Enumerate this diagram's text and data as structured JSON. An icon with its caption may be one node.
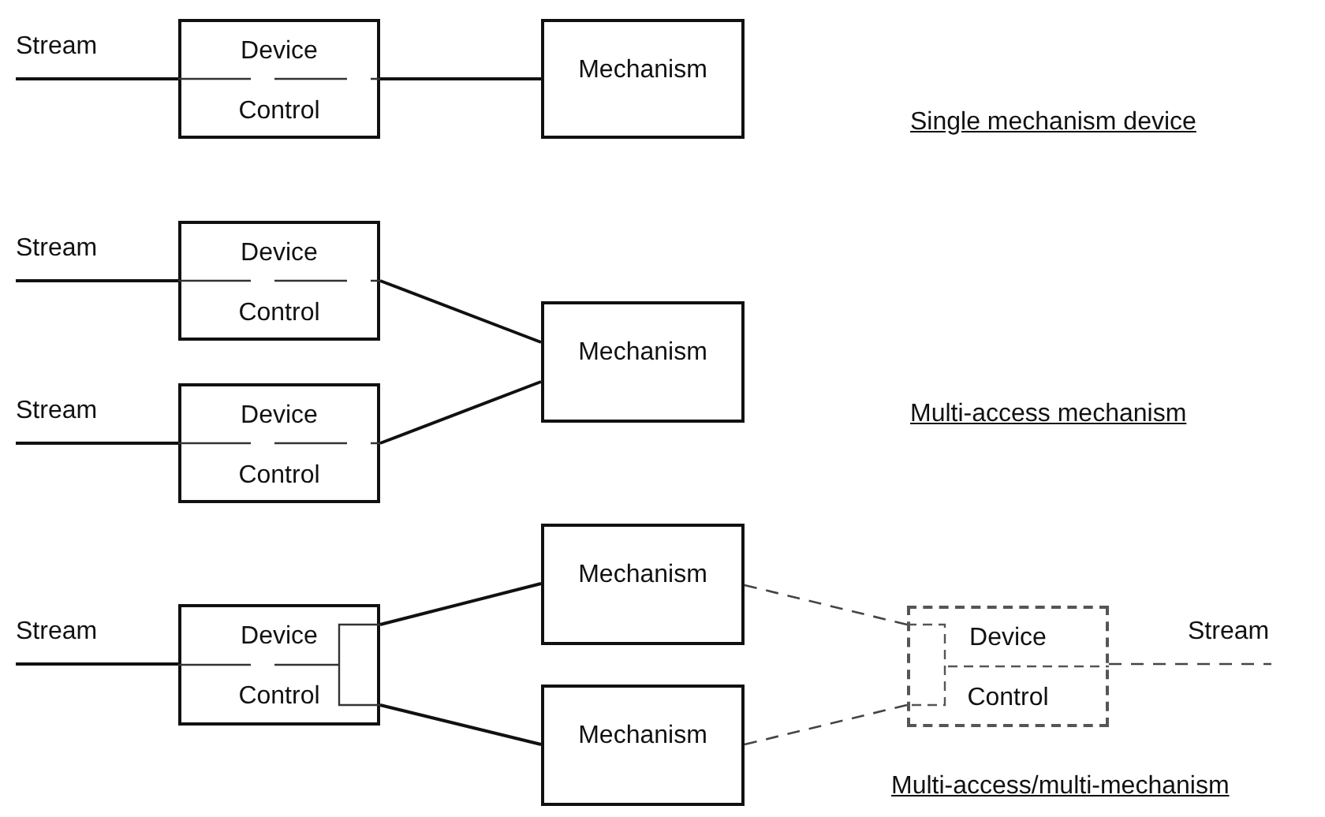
{
  "diagram": {
    "nodes": [
      {
        "text": [
          "Device",
          "Control"
        ]
      },
      {
        "text": [
          "Mechanism"
        ]
      },
      {
        "text": [
          "Device",
          "Control"
        ]
      },
      {
        "text": [
          "Device",
          "Control"
        ]
      },
      {
        "text": [
          "Mechanism"
        ]
      },
      {
        "text": [
          "Device",
          "Control"
        ]
      },
      {
        "text": [
          "Mechanism"
        ]
      },
      {
        "text": [
          "Mechanism"
        ]
      },
      {
        "text": [
          "Device",
          "Control"
        ]
      }
    ],
    "edges": [
      {
        "from": null,
        "to": 0,
        "arrow": "none",
        "label": "Stream"
      },
      {
        "from": 0,
        "to": 1,
        "arrow": "none"
      },
      {
        "from": null,
        "to": 2,
        "arrow": "none",
        "label": "Stream"
      },
      {
        "from": null,
        "to": 3,
        "arrow": "none",
        "label": "Stream"
      },
      {
        "from": 2,
        "to": 4,
        "arrow": "none"
      },
      {
        "from": 3,
        "to": 4,
        "arrow": "none"
      },
      {
        "from": null,
        "to": 5,
        "arrow": "none",
        "label": "Stream"
      },
      {
        "from": 5,
        "to": 6,
        "arrow": "none"
      },
      {
        "from": 5,
        "to": 7,
        "arrow": "none"
      },
      {
        "from": 6,
        "to": 8,
        "arrow": "none",
        "style": "dashed"
      },
      {
        "from": 7,
        "to": 8,
        "arrow": "none",
        "style": "dashed"
      },
      {
        "from": 8,
        "to": null,
        "arrow": "none",
        "label": "Stream",
        "style": "dashed"
      }
    ],
    "labels": [
      "Single mechanism device",
      "Multi-access mechanism",
      "Multi-access/multi-mechanism"
    ]
  }
}
